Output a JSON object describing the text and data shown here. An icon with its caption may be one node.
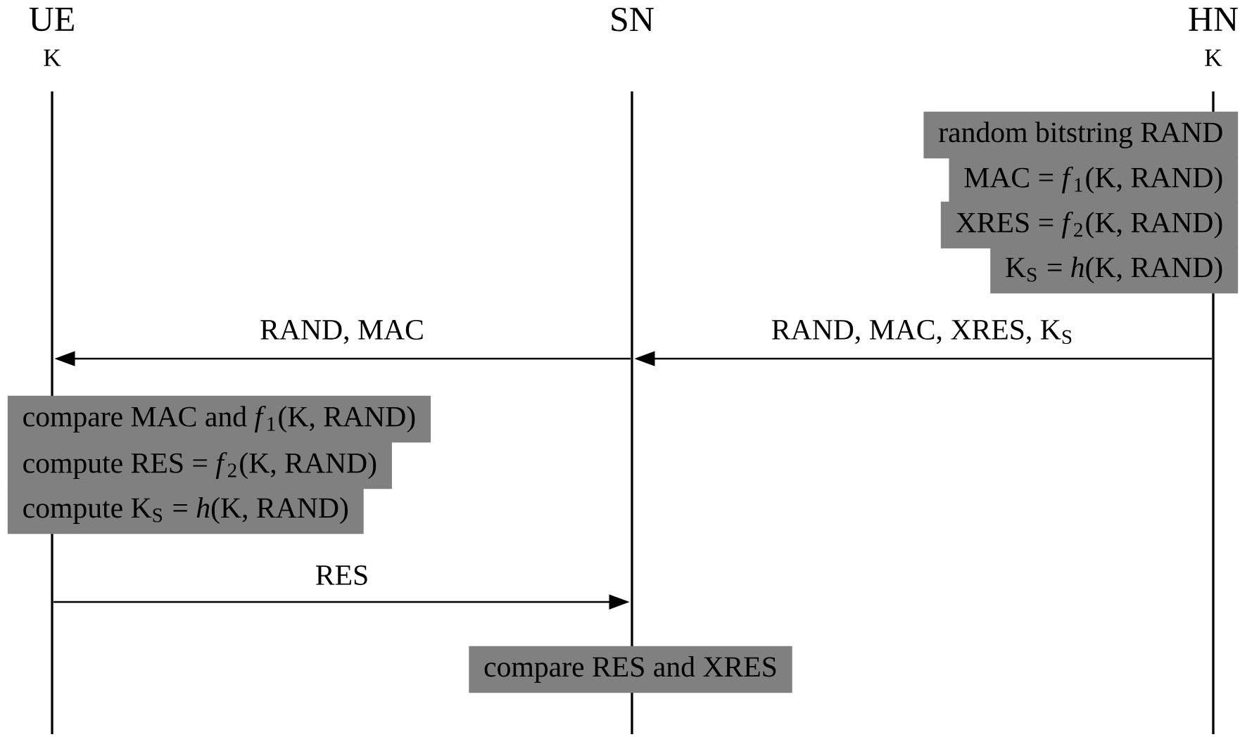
{
  "diagram": {
    "nodes": [
      {
        "text": [
          "UE",
          "K"
        ]
      },
      {
        "text": [
          "SN"
        ]
      },
      {
        "text": [
          "HN",
          "K"
        ]
      },
      {
        "text": [
          "random bitstring RAND"
        ]
      },
      {
        "text": [
          "MAC = *f*$_{1}$(K, RAND)"
        ]
      },
      {
        "text": [
          "XRES = *f*$_{2}$(K, RAND)"
        ]
      },
      {
        "text": [
          "K$_{S}$ = *h*(K, RAND)"
        ]
      },
      {
        "text": [
          "compare MAC and *f*$_{1}$(K, RAND)"
        ]
      },
      {
        "text": [
          "compute RES = *f*$_{2}$(K, RAND)"
        ]
      },
      {
        "text": [
          "compute K$_{S}$ = *h*(K, RAND)"
        ]
      },
      {
        "text": [
          "compare RES and XRES"
        ]
      }
    ],
    "edges": [
      {
        "from": 2,
        "to": 1,
        "arrow": "to",
        "label": "RAND, MAC, XRES, K$_{S}$"
      },
      {
        "from": 1,
        "to": 0,
        "arrow": "to",
        "label": "RAND, MAC"
      },
      {
        "from": 0,
        "to": 1,
        "arrow": "to",
        "label": "RES"
      }
    ]
  }
}
